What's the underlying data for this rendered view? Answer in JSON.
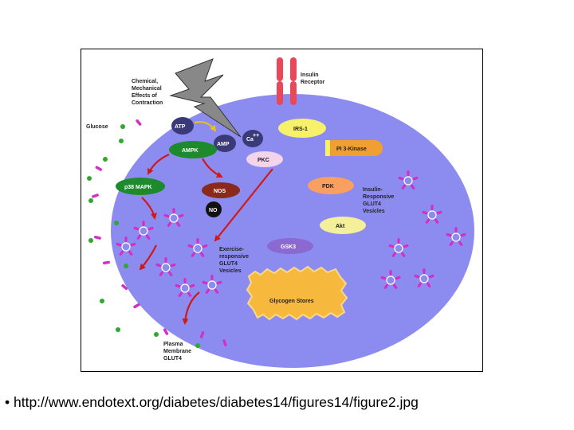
{
  "labels": {
    "insulin_receptor": [
      "Insulin",
      "Receptor"
    ],
    "contraction": [
      "Chemical,",
      "Mechanical",
      "Effects of",
      "Contraction"
    ],
    "glucose": "Glucose",
    "atp": "ATP",
    "amp": "AMP",
    "ca": "Ca",
    "ca_sup": "++",
    "ampk": "AMPK",
    "pkc": "PKC",
    "irs1": "IRS-1",
    "pi3k": "PI 3-Kinase",
    "p38": "p38 MAPK",
    "nos": "NOS",
    "no": "NO",
    "pdk": "PDK",
    "insulin_vesicles": [
      "Insulin-",
      "Responsive",
      "GLUT4",
      "Vesicles"
    ],
    "akt": "Akt",
    "gsk3": "GSK3",
    "exercise_vesicles": [
      "Exercise-",
      "responsive",
      "GLUT4",
      "Vesicles"
    ],
    "glycogen": "Glycogen Stores",
    "pm_glut4": [
      "Plasma",
      "Membrane",
      "GLUT4"
    ]
  },
  "colors": {
    "cell": "#8c8cf0",
    "ampk": "#1e8a2e",
    "irs1": "#f7f06a",
    "pi3k": "#f0a030",
    "pdk": "#f7a060",
    "akt": "#f3ef9a",
    "nos": "#8a2a1a",
    "pkc": "#f4d4ea",
    "circle": "#3a3a78",
    "gsk3": "#8a6ad0",
    "glycogen": "#f6b93e",
    "glut4": "#d52ec8",
    "glucose": "#2ea82e",
    "arrow": "#d11818",
    "receptor": "#e8485a"
  },
  "caption": "• http://www.endotext.org/diabetes/diabetes14/figures14/figure2.jpg"
}
